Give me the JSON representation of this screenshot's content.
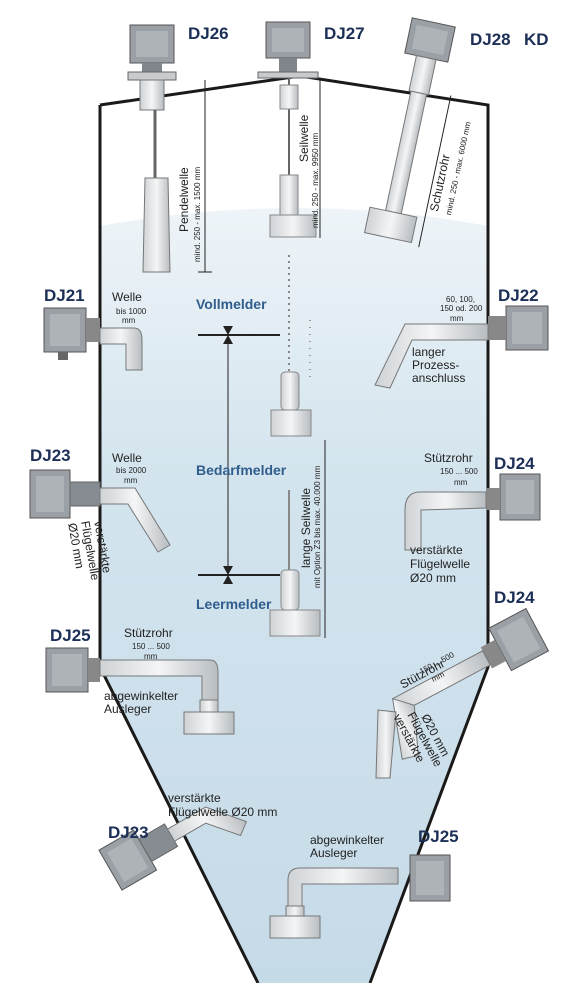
{
  "models": {
    "dj26": "DJ26",
    "dj27": "DJ27",
    "dj28": "DJ28",
    "kd": "KD",
    "dj21": "DJ21",
    "dj22": "DJ22",
    "dj23_a": "DJ23",
    "dj24_a": "DJ24",
    "dj24_b": "DJ24",
    "dj25_a": "DJ25",
    "dj23_b": "DJ23",
    "dj25_b": "DJ25"
  },
  "levels": {
    "voll": "Vollmelder",
    "bedarf": "Bedarfmelder",
    "leer": "Leermelder"
  },
  "labels": {
    "pendelwelle": "Pendelwelle",
    "pendelwelle_range": "mind. 250 - max. 1500 mm",
    "seilwelle": "Seilwelle",
    "seilwelle_range": "mind. 250 - max. 9950 mm",
    "schutzrohr": "Schutzrohr",
    "schutzrohr_range": "mind. 250 - max. 6000 mm",
    "welle_21": "Welle",
    "welle_21_dim": "bis 1000",
    "welle_21_unit": "mm",
    "dim_22_a": "60, 100,",
    "dim_22_b": "150 od. 200",
    "dim_22_unit": "mm",
    "langer_1": "langer",
    "langer_2": "Prozess-",
    "langer_3": "anschluss",
    "welle_23": "Welle",
    "welle_23_dim": "bis 2000",
    "welle_23_unit": "mm",
    "verst_23_1": "verstärkte",
    "verst_23_2": "Flügelwelle",
    "verst_23_3": "Ø20 mm",
    "stuetz_24": "Stützrohr",
    "stuetz_24_dim": "150 ... 500",
    "stuetz_24_unit": "mm",
    "verst_24_1": "verstärkte",
    "verst_24_2": "Flügelwelle",
    "verst_24_3": "Ø20 mm",
    "lange_seilwelle": "lange Seilwelle",
    "lange_seilwelle_range": "mit Option Z3 bis max. 40.000 mm",
    "stuetz_25": "Stützrohr",
    "stuetz_25_dim": "150 ... 500",
    "stuetz_25_unit": "mm",
    "abgew_25_1": "abgewinkelter",
    "abgew_25_2": "Ausleger",
    "stuetz_24b": "Stützrohr",
    "stuetz_24b_dim": "150 ... 500",
    "stuetz_24b_unit": "mm",
    "verst_24b_1": "verstärkte",
    "verst_24b_2": "Flügelwelle",
    "verst_24b_3": "Ø20 mm",
    "verst_23b_1": "verstärkte",
    "verst_23b_2": "Flügelwelle Ø20 mm",
    "abgew_25b_1": "abgewinkelter",
    "abgew_25b_2": "Ausleger"
  },
  "colors": {
    "fill_light": "#dce9f1",
    "fill_dark": "#b9d2e2",
    "model_text": "#1c2f57",
    "level_text": "#2f5d8c",
    "housing": "#8e9499"
  }
}
